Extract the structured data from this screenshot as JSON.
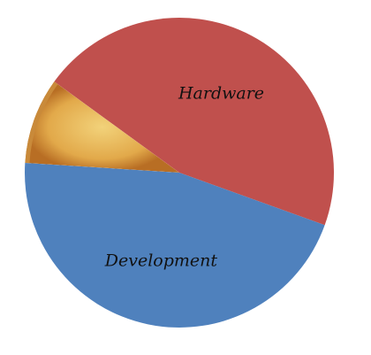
{
  "chart_data": {
    "type": "pie",
    "title": "",
    "slices": [
      {
        "label": "Hardware",
        "value": 45.5,
        "color": "#c0504d"
      },
      {
        "label": "Development",
        "value": 45.5,
        "color": "#4f81bd"
      },
      {
        "label": "",
        "value": 9,
        "color": "#e7b35a",
        "fill": "pizza-slice-image"
      }
    ],
    "start_angle_deg": -54
  }
}
